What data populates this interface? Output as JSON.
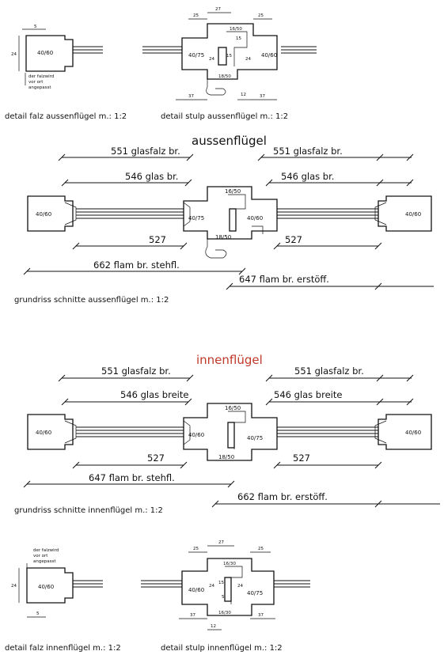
{
  "accent_color": "#c0392b",
  "top_details": {
    "left_caption": "detail falz aussenflügel m.: 1:2",
    "right_caption": "detail stulp aussenflügel m.: 1:2",
    "profile_left": "40/60",
    "profile_mid": "40/75",
    "profile_right": "40/60",
    "strip_top": "16/50",
    "strip_bottom": "18/50",
    "note_lines": [
      "der falzwird",
      "vor ort",
      "angepasst"
    ],
    "dims": {
      "d5": "5",
      "d24": "24",
      "d25a": "25",
      "d27": "27",
      "d25b": "25",
      "d15a": "15",
      "d15b": "15",
      "d24b": "24",
      "d24c": "24",
      "d37a": "37",
      "d12": "12",
      "d37b": "37"
    }
  },
  "outer": {
    "title": "aussenflügel",
    "glasfalz_left": "551 glasfalz br.",
    "glasfalz_right": "551 glasfalz br.",
    "glas_left": "546 glas br.",
    "glas_right": "546 glas br.",
    "profile_left": "40/60",
    "profile_mid_left": "40/75",
    "profile_mid_right": "40/60",
    "profile_right": "40/60",
    "strip_top": "16/50",
    "strip_bottom": "18/50",
    "dim_left": "527",
    "dim_right": "527",
    "flam_stehfl": "662 flam br. stehfl.",
    "flam_erstoff": "647 flam br. erstöff.",
    "caption": "grundriss schnitte aussenflügel m.: 1:2"
  },
  "inner": {
    "title": "innenflügel",
    "glasfalz_left": "551 glasfalz br.",
    "glasfalz_right": "551 glasfalz br.",
    "glas_left": "546 glas breite",
    "glas_right": "546 glas breite",
    "profile_left": "40/60",
    "profile_mid_left": "40/60",
    "profile_mid_right": "40/75",
    "profile_right": "40/60",
    "strip_top": "16/50",
    "strip_bottom": "18/50",
    "dim_left": "527",
    "dim_right": "527",
    "flam_stehfl": "647 flam br. stehfl.",
    "flam_erstoff": "662 flam br. erstöff.",
    "caption": "grundriss schnitte innenflügel m.: 1:2"
  },
  "bottom_details": {
    "left_caption": "detail falz innenflügel m.: 1:2",
    "right_caption": "detail stulp innenflügel m.: 1:2",
    "profile_left": "40/60",
    "profile_mid_left": "40/60",
    "profile_mid_right": "40/75",
    "strip_top": "16/30",
    "strip_bottom": "16/30",
    "note_lines": [
      "der falzwird",
      "vor ort",
      "angepasst"
    ],
    "dims": {
      "d5": "5",
      "d24": "24",
      "d25a": "25",
      "d27": "27",
      "d25b": "25",
      "d15": "15",
      "d5b": "5",
      "d24b": "24",
      "d24c": "24",
      "d37a": "37",
      "d12": "12",
      "d37b": "37"
    }
  }
}
